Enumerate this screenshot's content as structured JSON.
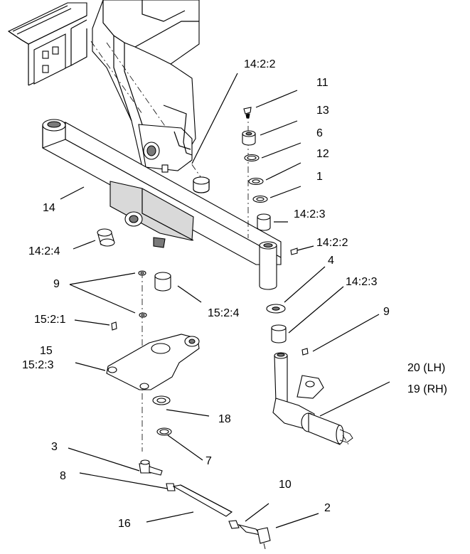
{
  "callouts": [
    {
      "id": "c-14-2-2-top",
      "text": "14:2:2"
    },
    {
      "id": "c-11",
      "text": "11"
    },
    {
      "id": "c-13",
      "text": "13"
    },
    {
      "id": "c-6",
      "text": "6"
    },
    {
      "id": "c-12",
      "text": "12"
    },
    {
      "id": "c-1",
      "text": "1"
    },
    {
      "id": "c-14",
      "text": "14"
    },
    {
      "id": "c-14-2-3-a",
      "text": "14:2:3"
    },
    {
      "id": "c-14-2-2-b",
      "text": "14:2:2"
    },
    {
      "id": "c-14-2-4",
      "text": "14:2:4"
    },
    {
      "id": "c-4",
      "text": "4"
    },
    {
      "id": "c-9-left",
      "text": "9"
    },
    {
      "id": "c-14-2-3-b",
      "text": "14:2:3"
    },
    {
      "id": "c-15-2-4",
      "text": "15:2:4"
    },
    {
      "id": "c-9-right",
      "text": "9"
    },
    {
      "id": "c-15-2-1",
      "text": "15:2:1"
    },
    {
      "id": "c-15",
      "text": "15"
    },
    {
      "id": "c-15-2-3",
      "text": "15:2:3"
    },
    {
      "id": "c-20-lh",
      "text": "20 (LH)"
    },
    {
      "id": "c-19-rh",
      "text": "19 (RH)"
    },
    {
      "id": "c-18",
      "text": "18"
    },
    {
      "id": "c-7",
      "text": "7"
    },
    {
      "id": "c-3",
      "text": "3"
    },
    {
      "id": "c-8",
      "text": "8"
    },
    {
      "id": "c-10",
      "text": "10"
    },
    {
      "id": "c-2",
      "text": "2"
    },
    {
      "id": "c-16",
      "text": "16"
    }
  ]
}
